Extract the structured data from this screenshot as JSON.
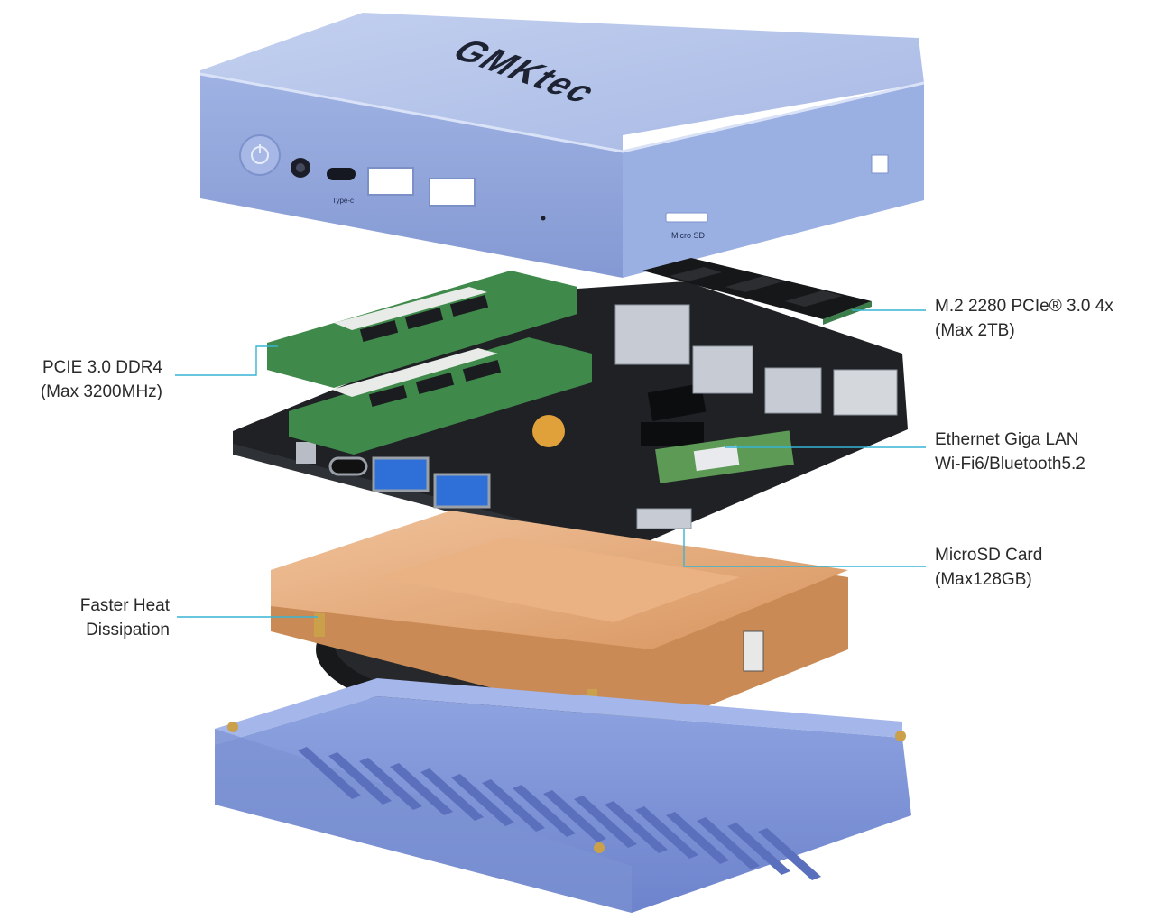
{
  "device": {
    "brand_logo": "GMKtec",
    "port_labels": {
      "type_c": "Type-c",
      "micro_sd": "Micro SD"
    }
  },
  "callouts": {
    "ssd": {
      "line1": "M.2 2280 PCIe® 3.0 4x",
      "line2": "(Max 2TB)"
    },
    "ram": {
      "line1": "PCIE 3.0 DDR4",
      "line2": "(Max 3200MHz)"
    },
    "network": {
      "line1": "Ethernet Giga LAN",
      "line2": "Wi-Fi6/Bluetooth5.2"
    },
    "microsd": {
      "line1": "MicroSD Card",
      "line2": "(Max128GB)"
    },
    "heat": {
      "line1": "Faster Heat",
      "line2": "Dissipation"
    }
  },
  "colors": {
    "case_blue": "#8fa5d8",
    "case_shadow": "#6f84c4",
    "pcb": "#1f2124",
    "ram_green": "#3f8a4a",
    "copper": "#e0a574",
    "leader_line": "#37b4d4",
    "text": "#2a2a2a"
  }
}
